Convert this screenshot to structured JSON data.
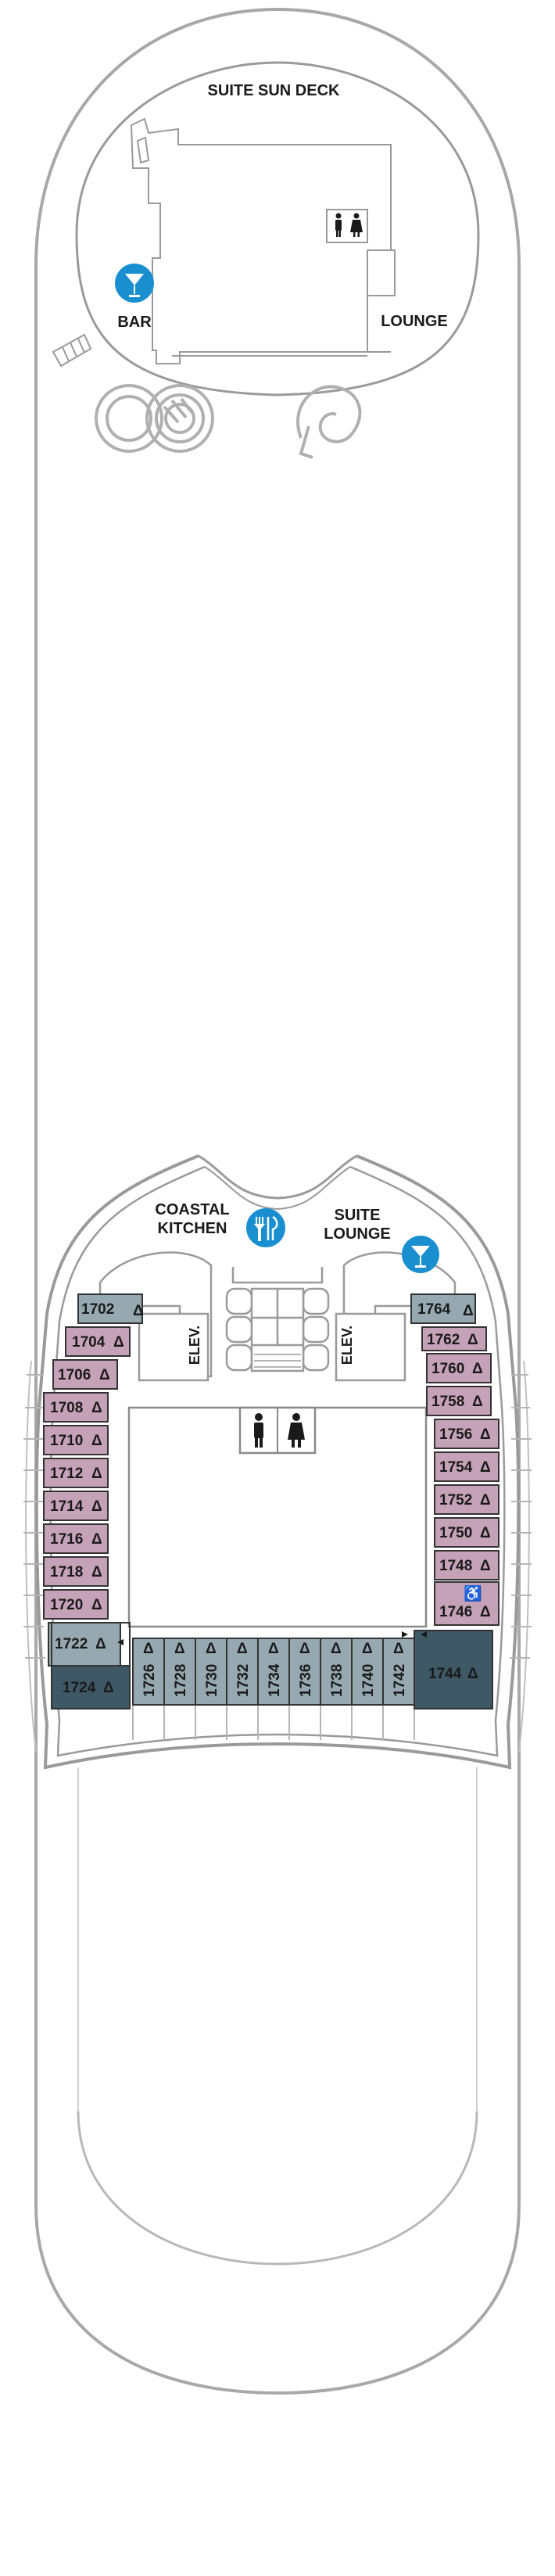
{
  "areas": {
    "sun_deck": "SUITE SUN DECK",
    "bar": "BAR",
    "lounge": "LOUNGE",
    "coastal_kitchen_1": "COASTAL",
    "coastal_kitchen_2": "KITCHEN",
    "suite_lounge_1": "SUITE",
    "suite_lounge_2": "LOUNGE",
    "elev": "ELEV."
  },
  "colors": {
    "suite_star": "#c6a2b9",
    "suite_grand": "#97a9b0",
    "suite_owner": "#3f5866",
    "icon_blue": "#1a8fd0"
  },
  "cabins": {
    "c1702": "1702",
    "c1704": "1704",
    "c1706": "1706",
    "c1708": "1708",
    "c1710": "1710",
    "c1712": "1712",
    "c1714": "1714",
    "c1716": "1716",
    "c1718": "1718",
    "c1720": "1720",
    "c1722": "1722",
    "c1724": "1724",
    "c1726": "1726",
    "c1728": "1728",
    "c1730": "1730",
    "c1732": "1732",
    "c1734": "1734",
    "c1736": "1736",
    "c1738": "1738",
    "c1740": "1740",
    "c1742": "1742",
    "c1744": "1744",
    "c1746": "1746",
    "c1748": "1748",
    "c1750": "1750",
    "c1752": "1752",
    "c1754": "1754",
    "c1756": "1756",
    "c1758": "1758",
    "c1760": "1760",
    "c1762": "1762",
    "c1764": "1764"
  },
  "symbols": {
    "delta": "Δ",
    "accessible": "♿"
  }
}
